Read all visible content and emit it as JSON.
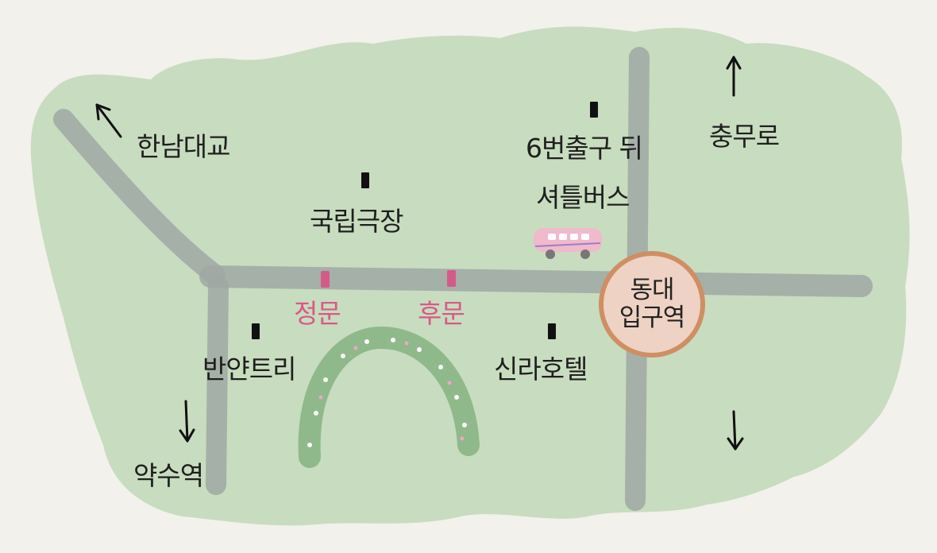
{
  "map": {
    "colors": {
      "background": "#f3f1ec",
      "land": "#c8dcbf",
      "road": "#9fa8a3",
      "station_fill": "#eed2c4",
      "station_ring": "#cf8e63",
      "gate": "#d65a87",
      "bus": "#f0b9cc"
    },
    "places": {
      "hannam_bridge": "한남대교",
      "national_theater": "국립극장",
      "exit6_back_line1": "6번출구 뒤",
      "exit6_back_line2": "셔틀버스",
      "chungmuro": "충무로",
      "banyan_tree": "반얀트리",
      "yaksu_station": "약수역",
      "shilla_hotel": "신라호텔"
    },
    "gates": {
      "main_gate": "정문",
      "back_gate": "후문"
    },
    "station": {
      "line1": "동대",
      "line2": "입구역"
    },
    "icons": [
      "arrow-up-left-icon",
      "arrow-up-icon",
      "arrow-down-icon",
      "shuttle-bus-icon",
      "flower-arch-icon"
    ]
  }
}
